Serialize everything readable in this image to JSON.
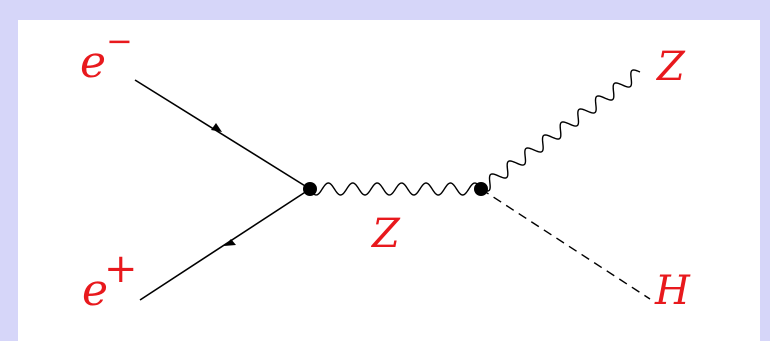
{
  "diagram": {
    "labels": {
      "electron": "e",
      "electron_charge": "−",
      "positron": "e",
      "positron_charge": "+",
      "propagator": "Z",
      "outgoing_z": "Z",
      "outgoing_higgs": "H"
    },
    "colors": {
      "background_frame": "#d6d6f9",
      "panel": "#ffffff",
      "label": "#e8191d",
      "line": "#000000"
    }
  }
}
